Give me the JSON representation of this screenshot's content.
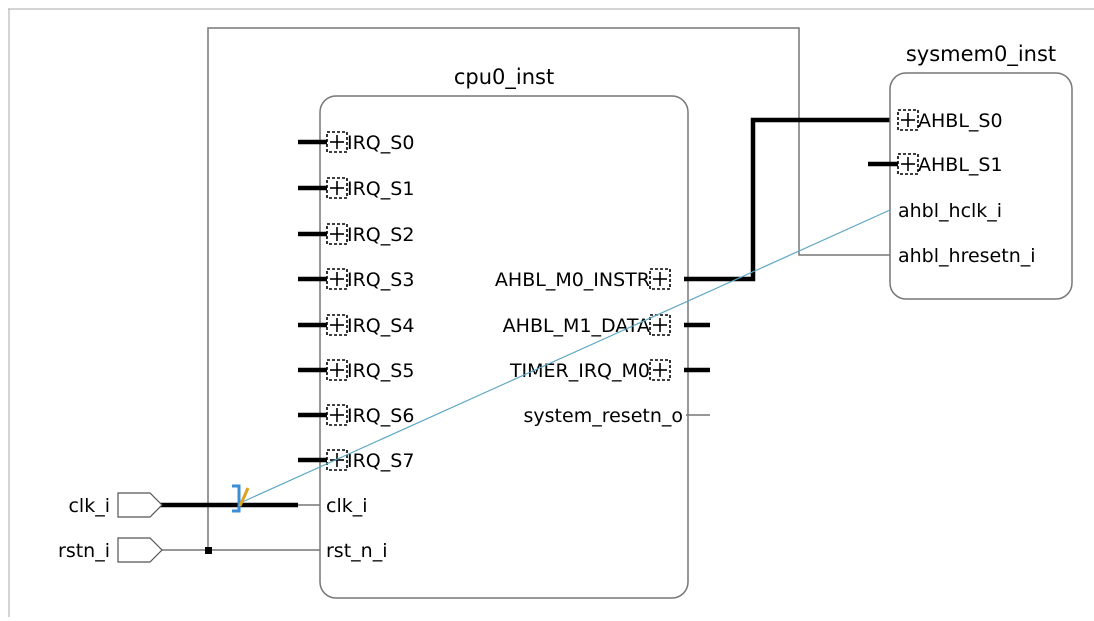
{
  "blocks": {
    "cpu": {
      "title": "cpu0_inst",
      "left_ports": [
        "IRQ_S0",
        "IRQ_S1",
        "IRQ_S2",
        "IRQ_S3",
        "IRQ_S4",
        "IRQ_S5",
        "IRQ_S6",
        "IRQ_S7"
      ],
      "clk_port": "clk_i",
      "rst_port": "rst_n_i",
      "right_ports": [
        "AHBL_M0_INSTR",
        "AHBL_M1_DATA",
        "TIMER_IRQ_M0"
      ],
      "reset_out": "system_resetn_o"
    },
    "sysmem": {
      "title": "sysmem0_inst",
      "bus_ports": [
        "AHBL_S0",
        "AHBL_S1"
      ],
      "signal_ports": [
        "ahbl_hclk_i",
        "ahbl_hresetn_i"
      ]
    }
  },
  "inputs": {
    "clk": "clk_i",
    "rstn": "rstn_i"
  },
  "colors": {
    "block_border": "#777777",
    "selected_net": "#5fa8c4",
    "bus": "#000000"
  }
}
